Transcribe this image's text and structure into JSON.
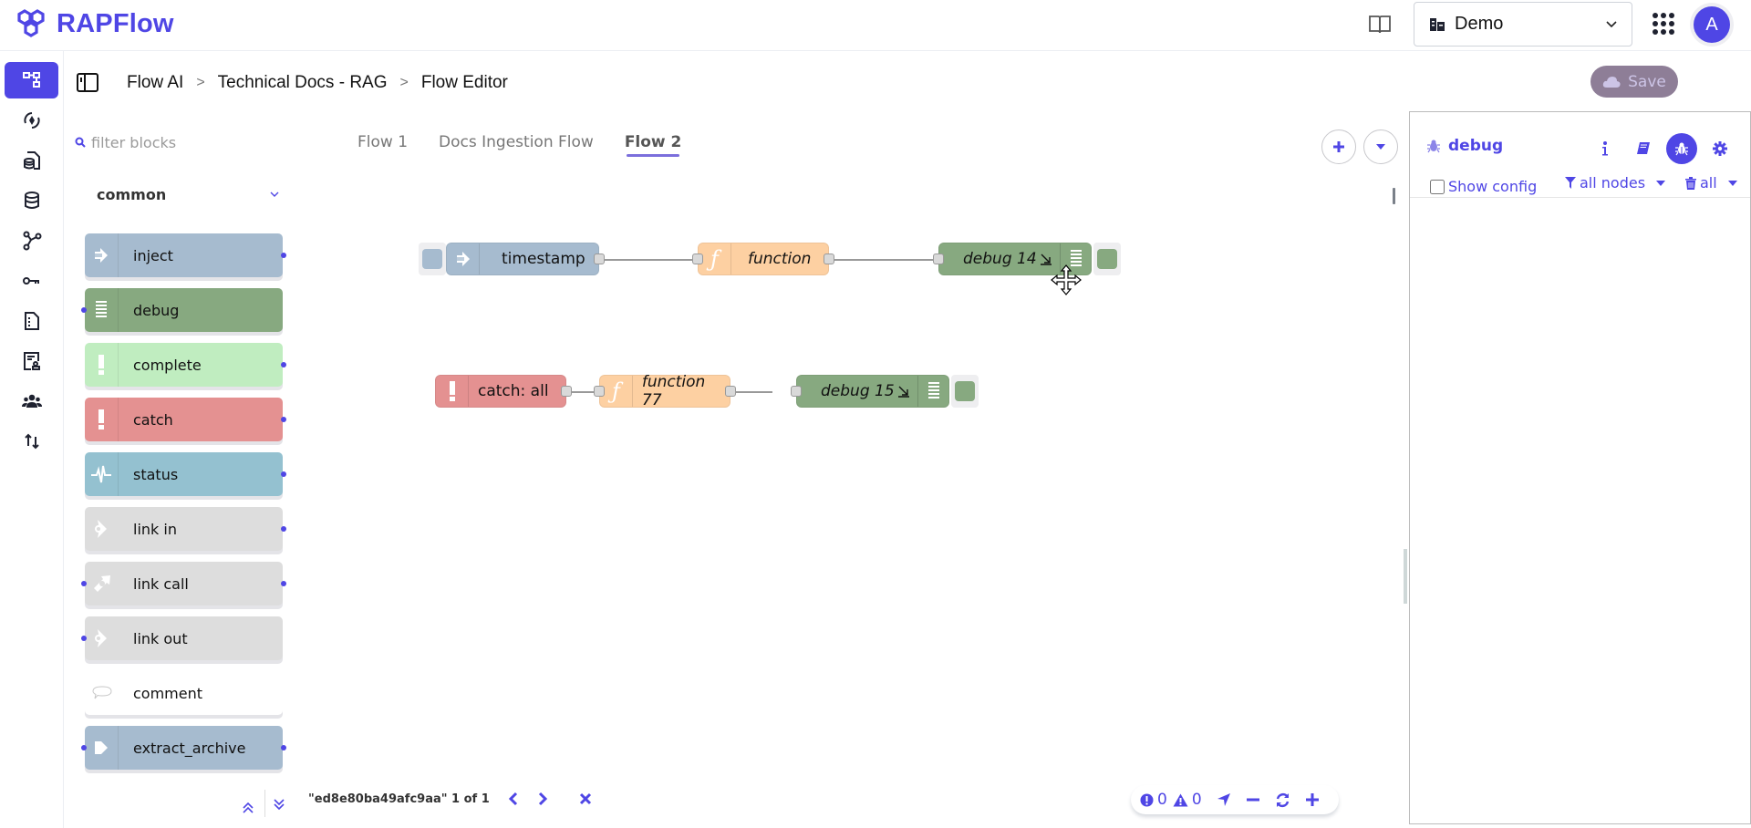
{
  "header": {
    "app_name": "RAPFlow",
    "org_select": {
      "value": "Demo"
    },
    "avatar_initial": "A"
  },
  "sidenav": {
    "items": [
      {
        "id": "flows",
        "icon": "flow-diagram-icon",
        "active": true
      },
      {
        "id": "deployments",
        "icon": "rocket-cycle-icon"
      },
      {
        "id": "documents",
        "icon": "file-database-icon"
      },
      {
        "id": "database",
        "icon": "database-icon"
      },
      {
        "id": "graph",
        "icon": "graph-nodes-icon"
      },
      {
        "id": "keys",
        "icon": "key-icon"
      },
      {
        "id": "files",
        "icon": "file-icon"
      },
      {
        "id": "certificates",
        "icon": "certificate-icon"
      },
      {
        "id": "users",
        "icon": "users-icon"
      },
      {
        "id": "import-export",
        "icon": "sort-arrows-icon"
      }
    ]
  },
  "breadcrumb": {
    "items": [
      "Flow AI",
      "Technical Docs - RAG",
      "Flow Editor"
    ],
    "separator": ">"
  },
  "toolbar": {
    "save_label": "Save"
  },
  "palette": {
    "filter_placeholder": "filter blocks",
    "category": "common",
    "nodes": [
      {
        "label": "inject",
        "color": "#a6bbcf",
        "icon": "arrow-in",
        "in": false,
        "out": true
      },
      {
        "label": "debug",
        "color": "#87a980",
        "icon": "list-lines",
        "in": true,
        "out": false
      },
      {
        "label": "complete",
        "color": "#c0edc0",
        "icon": "exclamation",
        "in": false,
        "out": true
      },
      {
        "label": "catch",
        "color": "#e49191",
        "icon": "exclamation",
        "in": false,
        "out": true
      },
      {
        "label": "status",
        "color": "#94c1d0",
        "icon": "heartbeat",
        "in": false,
        "out": true
      },
      {
        "label": "link in",
        "color": "#dddddd",
        "icon": "link-in",
        "in": false,
        "out": true
      },
      {
        "label": "link call",
        "color": "#dddddd",
        "icon": "link-call",
        "in": true,
        "out": true
      },
      {
        "label": "link out",
        "color": "#dddddd",
        "icon": "link-out",
        "in": true,
        "out": false
      },
      {
        "label": "comment",
        "color": "#ffffff",
        "icon": "speech-bubble",
        "in": false,
        "out": false
      },
      {
        "label": "extract_archive",
        "color": "#a6bbcf",
        "icon": "arrow-right",
        "in": true,
        "out": true
      }
    ]
  },
  "canvas": {
    "tabs": [
      {
        "label": "Flow 1",
        "active": false
      },
      {
        "label": "Docs Ingestion Flow",
        "active": false
      },
      {
        "label": "Flow 2",
        "active": true
      }
    ],
    "flows": [
      {
        "nodes": [
          {
            "label": "timestamp",
            "type": "inject",
            "color": "#a6bbcf"
          },
          {
            "label": "function",
            "type": "function",
            "color": "#fdd0a2",
            "italic": true
          },
          {
            "label": "debug 14",
            "type": "debug",
            "color": "#87a980",
            "italic": true
          }
        ]
      },
      {
        "nodes": [
          {
            "label": "catch: all",
            "type": "catch",
            "color": "#e49191"
          },
          {
            "label": "function 77",
            "type": "function",
            "color": "#fdd0a2",
            "italic": true
          },
          {
            "label": "debug 15",
            "type": "debug",
            "color": "#87a980",
            "italic": true
          }
        ]
      }
    ],
    "search_status": "\"ed8e80ba49afc9aa\" 1 of 1",
    "errors_count": "0",
    "warnings_count": "0"
  },
  "sidebar_panel": {
    "title": "debug",
    "show_config_label": "Show config",
    "filter_label": "all nodes",
    "clear_label": "all"
  },
  "colors": {
    "accent": "#4f46e5",
    "save_disabled": "#8e7e97"
  }
}
